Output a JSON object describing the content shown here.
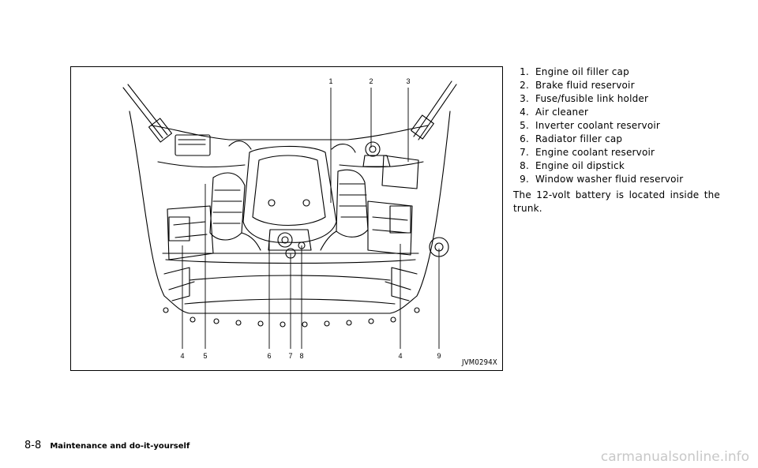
{
  "figure": {
    "code": "JVM0294X",
    "callouts_top": [
      "1",
      "2",
      "3"
    ],
    "callouts_bottom": [
      "4",
      "5",
      "6",
      "7",
      "8",
      "4",
      "9"
    ]
  },
  "components": [
    {
      "num": "1.",
      "label": "Engine oil filler cap"
    },
    {
      "num": "2.",
      "label": "Brake fluid reservoir"
    },
    {
      "num": "3.",
      "label": "Fuse/fusible link holder"
    },
    {
      "num": "4.",
      "label": "Air cleaner"
    },
    {
      "num": "5.",
      "label": "Inverter coolant reservoir"
    },
    {
      "num": "6.",
      "label": "Radiator filler cap"
    },
    {
      "num": "7.",
      "label": "Engine coolant reservoir"
    },
    {
      "num": "8.",
      "label": "Engine oil dipstick"
    },
    {
      "num": "9.",
      "label": "Window washer fluid reservoir"
    }
  ],
  "note": "The 12-volt battery is located inside the trunk.",
  "footer": {
    "page_number": "8-8",
    "section_title": "Maintenance and do-it-yourself"
  },
  "watermark": "carmanualsonline.info"
}
